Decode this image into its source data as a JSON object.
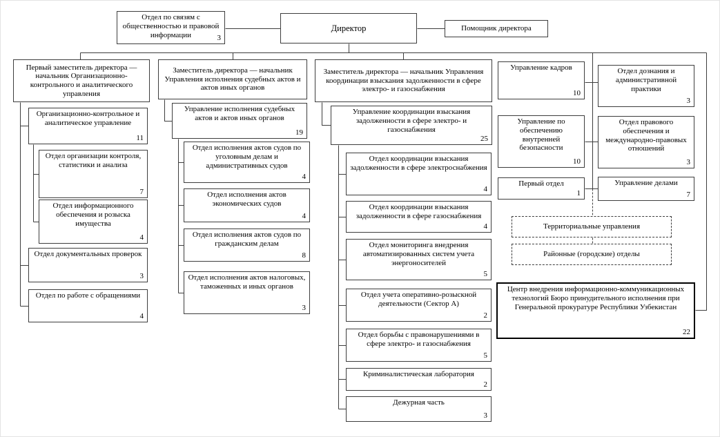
{
  "diagram": {
    "colors": {
      "line": "#3c3c3c",
      "background": "#ffffff",
      "text": "#000000"
    },
    "director": {
      "label": "Директор"
    },
    "assistant": {
      "label": "Помощник директора"
    },
    "pr_dept": {
      "label": "Отдел по связям с общественностью и правовой информации",
      "count": "3"
    },
    "col1": {
      "head": {
        "label": "Первый заместитель директора — начальник Организационно-контрольного и аналитического управления"
      },
      "main": {
        "label": "Организационно-контрольное и аналитическое управление",
        "count": "11"
      },
      "sub": [
        {
          "label": "Отдел организации контроля, статистики и анализа",
          "count": "7"
        },
        {
          "label": "Отдел информационного обеспечения и розыска имущества",
          "count": "4"
        }
      ],
      "units": [
        {
          "label": "Отдел документальных проверок",
          "count": "3"
        },
        {
          "label": "Отдел по работе с обращениями",
          "count": "4"
        }
      ]
    },
    "col2": {
      "head": {
        "label": "Заместитель директора — начальник Управления исполнения судебных актов и актов иных органов"
      },
      "main": {
        "label": "Управление исполнения судебных актов и актов иных органов",
        "count": "19"
      },
      "units": [
        {
          "label": "Отдел исполнения актов судов по уголовным делам и административных судов",
          "count": "4"
        },
        {
          "label": "Отдел исполнения актов экономических судов",
          "count": "4"
        },
        {
          "label": "Отдел исполнения актов судов по гражданским делам",
          "count": "8"
        },
        {
          "label": "Отдел исполнения актов налоговых, таможенных и иных органов",
          "count": "3"
        }
      ]
    },
    "col3": {
      "head": {
        "label": "Заместитель директора — начальник Управления координации взыскания задолженности в сфере электро- и газоснабжения"
      },
      "main": {
        "label": "Управление координации взыскания задолженности в сфере электро- и газоснабжения",
        "count": "25"
      },
      "units": [
        {
          "label": "Отдел координации взыскания задолженности в сфере электроснабжения",
          "count": "4"
        },
        {
          "label": "Отдел координации взыскания задолженности в сфере газоснабжения",
          "count": "4"
        },
        {
          "label": "Отдел мониторинга внедрения автоматизированных систем учета энергоносителей",
          "count": "5"
        },
        {
          "label": "Отдел учета оперативно-розыскной деятельности (Сектор А)",
          "count": "2"
        },
        {
          "label": "Отдел борьбы с правонарушениями в сфере электро- и газоснабжения",
          "count": "5"
        },
        {
          "label": "Криминалистическая лаборатория",
          "count": "2"
        },
        {
          "label": "Дежурная часть",
          "count": "3"
        }
      ]
    },
    "right_left": [
      {
        "label": "Управление кадров",
        "count": "10"
      },
      {
        "label": "Управление по обеспечению внутренней безопасности",
        "count": "10"
      },
      {
        "label": "Первый отдел",
        "count": "1"
      }
    ],
    "right_right": [
      {
        "label": "Отдел дознания и административной практики",
        "count": "3"
      },
      {
        "label": "Отдел правового обеспечения и международно-правовых отношений",
        "count": "3"
      },
      {
        "label": "Управление делами",
        "count": "7"
      }
    ],
    "territorial": [
      {
        "label": "Территориальные управления"
      },
      {
        "label": "Районные (городские) отделы"
      }
    ],
    "center": {
      "label": "Центр внедрения информационно-коммуникационных технологий Бюро принудительного исполнения при Генеральной прокуратуре Республики Узбекистан",
      "count": "22"
    }
  }
}
